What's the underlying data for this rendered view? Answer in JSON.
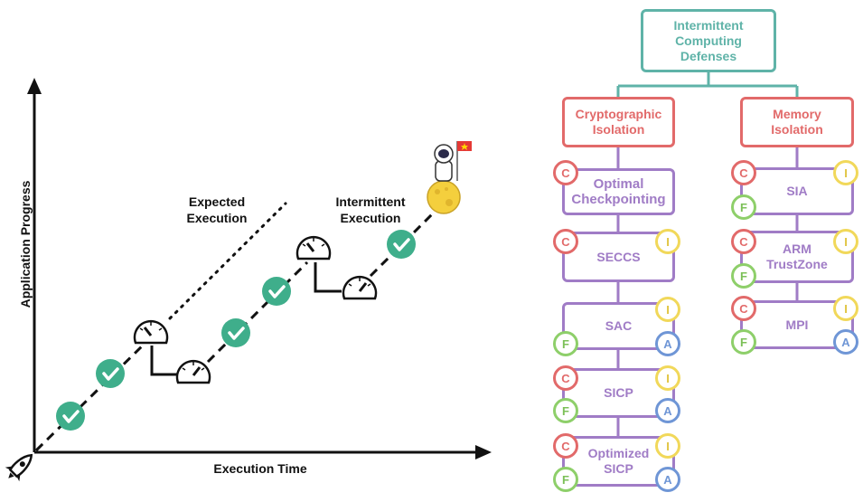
{
  "left_plot": {
    "y_axis_label": "Application Progress",
    "x_axis_label": "Execution Time",
    "expected_label": [
      "Expected",
      "Execution"
    ],
    "intermittent_label": [
      "Intermittent",
      "Execution"
    ],
    "colors": {
      "check": "#3fae8b",
      "line": "#111111"
    }
  },
  "tree": {
    "root": [
      "Intermittent",
      "Computing",
      "Defenses"
    ],
    "branches": [
      {
        "title": [
          "Cryptographic",
          "Isolation"
        ]
      },
      {
        "title": [
          "Memory",
          "Isolation"
        ]
      }
    ],
    "crypto_items": [
      {
        "label": [
          "Optimal",
          "Checkpointing"
        ],
        "badges": [
          "C"
        ]
      },
      {
        "label": [
          "SECCS"
        ],
        "badges": [
          "C",
          "I"
        ]
      },
      {
        "label": [
          "SAC"
        ],
        "badges": [
          "I",
          "F",
          "A"
        ]
      },
      {
        "label": [
          "SICP"
        ],
        "badges": [
          "C",
          "I",
          "F",
          "A"
        ]
      },
      {
        "label": [
          "Optimized",
          "SICP"
        ],
        "badges": [
          "C",
          "I",
          "F",
          "A"
        ]
      }
    ],
    "memory_items": [
      {
        "label": [
          "SIA"
        ],
        "badges": [
          "C",
          "I",
          "F"
        ]
      },
      {
        "label": [
          "ARM",
          "TrustZone"
        ],
        "badges": [
          "C",
          "I",
          "F"
        ]
      },
      {
        "label": [
          "MPI"
        ],
        "badges": [
          "C",
          "I",
          "F",
          "A"
        ]
      }
    ],
    "colors": {
      "root": "#5fb3a8",
      "branch": "#e26a6a",
      "item": "#a07cc6",
      "C": "#e26a6a",
      "I": "#f1d85a",
      "F": "#8ecf6a",
      "A": "#6f96d6"
    }
  }
}
